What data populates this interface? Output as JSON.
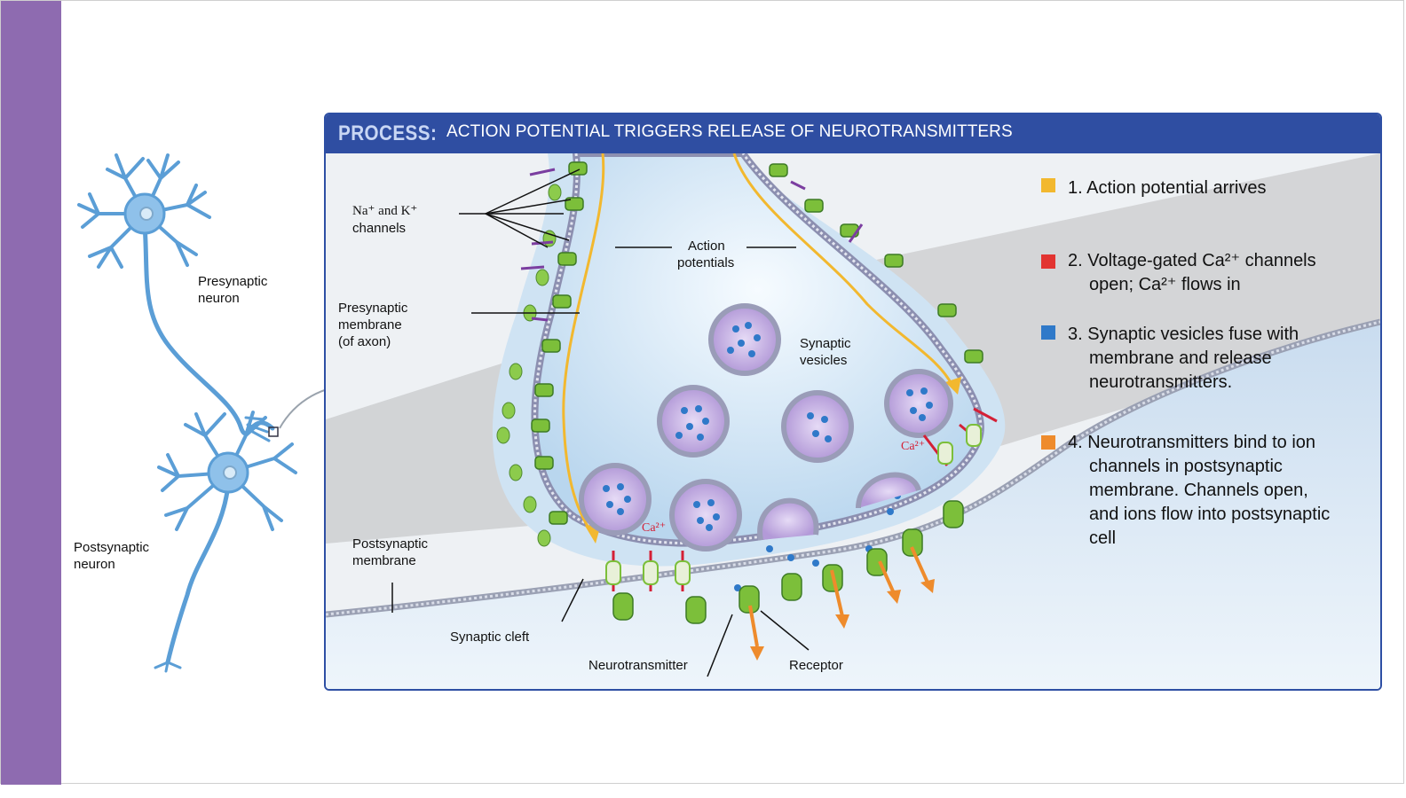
{
  "overview": {
    "presynaptic_label_line1": "Presynaptic",
    "presynaptic_label_line2": "neuron",
    "postsynaptic_label_line1": "Postsynaptic",
    "postsynaptic_label_line2": "neuron"
  },
  "panel": {
    "process_tag": "PROCESS:",
    "title": "ACTION POTENTIAL TRIGGERS RELEASE OF NEUROTRANSMITTERS",
    "labels": {
      "na_k": "Na⁺ and K⁺",
      "channels": "channels",
      "action": "Action",
      "potentials": "potentials",
      "pre_mem_1": "Presynaptic",
      "pre_mem_2": "membrane",
      "pre_mem_3": "(of axon)",
      "synaptic": "Synaptic",
      "vesicles": "vesicles",
      "post_mem_1": "Postsynaptic",
      "post_mem_2": "membrane",
      "cleft": "Synaptic cleft",
      "neurotransmitter": "Neurotransmitter",
      "receptor": "Receptor",
      "ca_1": "Ca²⁺",
      "ca_2": "Ca²⁺"
    },
    "steps": [
      {
        "color": "#f2b82f",
        "line1": "1. Action potential arrives",
        "line2": ""
      },
      {
        "color": "#e23431",
        "line1": "2. Voltage-gated Ca²⁺ channels",
        "line2": "open; Ca²⁺ flows in"
      },
      {
        "color": "#2f79c9",
        "line1": "3. Synaptic vesicles fuse with",
        "line2": "membrane and release",
        "line3": "neurotransmitters."
      },
      {
        "color": "#ee8b2c",
        "line1": "4. Neurotransmitters bind to ion",
        "line2": "channels in postsynaptic",
        "line3": "membrane. Channels open,",
        "line4": "and ions flow into postsynaptic",
        "line5": "cell"
      }
    ]
  },
  "colors": {
    "sidebar": "#8e6bb0",
    "header": "#2f4ea2",
    "neuron": "#5b9ed6",
    "membrane_green": "#7cbf3a",
    "vesicle": "#b39ad8"
  }
}
